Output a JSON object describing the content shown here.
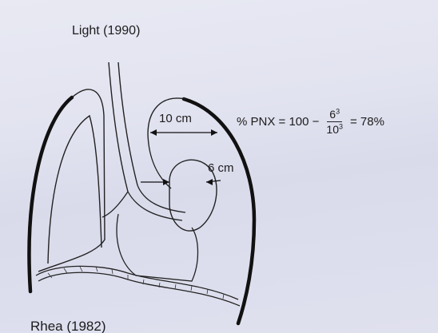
{
  "labels": {
    "top_caption": "Light (1990)",
    "bottom_caption": "Rhea (1982)",
    "measure_large": "10 cm",
    "measure_small": "6 cm"
  },
  "formula": {
    "lhs": "% PNX = 100 −",
    "numerator_base": "6",
    "numerator_exp": "3",
    "denominator_base": "10",
    "denominator_exp": "3",
    "rhs": "= 78%"
  }
}
